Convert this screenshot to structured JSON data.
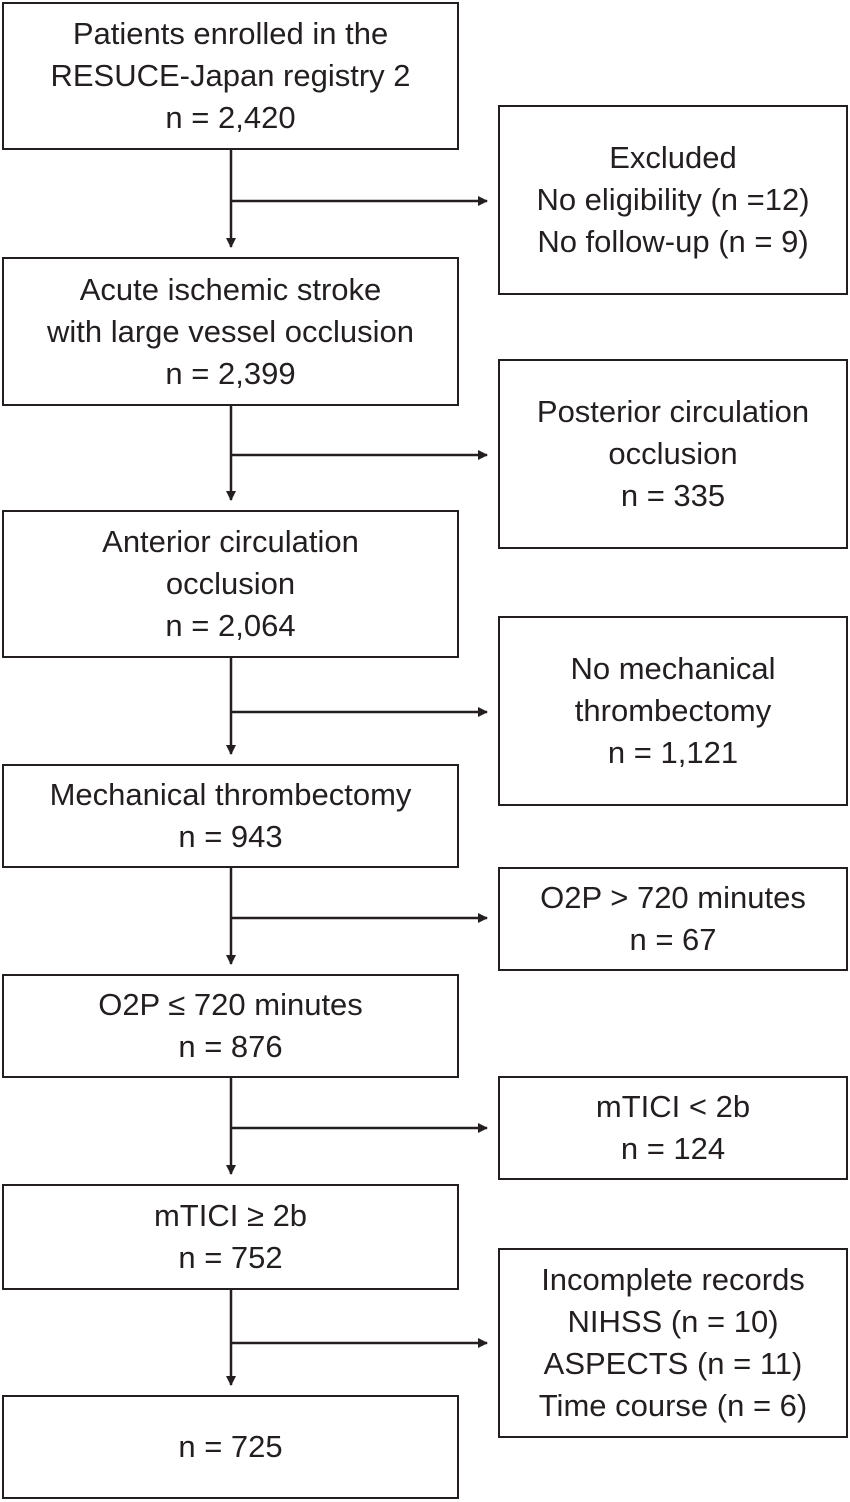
{
  "main_boxes": [
    {
      "lines": [
        "Patients enrolled in the",
        "RESUCE-Japan registry 2",
        "n = 2,420"
      ]
    },
    {
      "lines": [
        "Acute ischemic stroke",
        "with large vessel occlusion",
        "n = 2,399"
      ]
    },
    {
      "lines": [
        "Anterior circulation",
        "occlusion",
        "n = 2,064"
      ]
    },
    {
      "lines": [
        "Mechanical thrombectomy",
        "n = 943"
      ]
    },
    {
      "lines": [
        "O2P ≤ 720 minutes",
        "n = 876"
      ]
    },
    {
      "lines": [
        "mTICI ≥ 2b",
        "n = 752"
      ]
    },
    {
      "lines": [
        "n = 725"
      ]
    }
  ],
  "exclusion_boxes": [
    {
      "lines": [
        "Excluded",
        "No eligibility (n =12)",
        "No follow-up (n = 9)"
      ]
    },
    {
      "lines": [
        "Posterior circulation",
        "occlusion",
        "n = 335"
      ]
    },
    {
      "lines": [
        "No mechanical",
        "thrombectomy",
        "n = 1,121"
      ]
    },
    {
      "lines": [
        "O2P > 720 minutes",
        "n = 67"
      ]
    },
    {
      "lines": [
        "mTICI < 2b",
        "n = 124"
      ]
    },
    {
      "lines": [
        "Incomplete records",
        "NIHSS (n = 10)",
        "ASPECTS (n = 11)",
        "Time course (n = 6)"
      ]
    }
  ]
}
